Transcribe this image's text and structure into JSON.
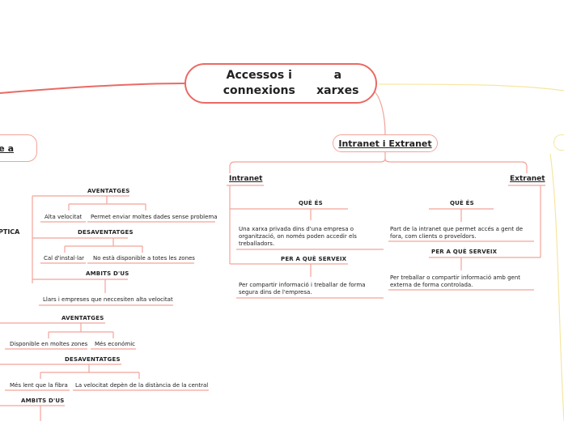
{
  "central": {
    "line1": "Accessos i connexions",
    "line2": "a xarxes"
  },
  "left_branch": {
    "label": "e a",
    "subtopic": "PTICA"
  },
  "fibra": {
    "aventatges": {
      "title": "AVENTATGES",
      "items": [
        "Alta velocitat",
        "Permet enviar moltes dades sense problema"
      ]
    },
    "desaventatges": {
      "title": "DESAVENTATGES",
      "items": [
        "Cal d'instal·lar",
        "No està disponible a totes les zones"
      ]
    },
    "ambits": {
      "title": "AMBITS D'US",
      "items": [
        "Llars i empreses que neccesiten alta velocitat"
      ]
    }
  },
  "coure": {
    "aventatges": {
      "title": "AVENTATGES",
      "items": [
        "Disponible en moltes zones",
        "Més económic"
      ]
    },
    "desaventatges": {
      "title": "DESAVENTATGES",
      "items": [
        "Més lent que la fibra",
        "La velocitat depèn de la distància de la central"
      ]
    },
    "ambits": {
      "title": "AMBITS D'US"
    }
  },
  "intranet_extranet": {
    "label": "Intranet i Extranet",
    "intranet": {
      "label": "Intranet",
      "que_es_title": "QUÈ ÉS",
      "que_es_text": "Una xarxa privada dins d'una empresa o organització, on només poden accedir els treballadors.",
      "serveix_title": "PER A QUÈ SERVEIX",
      "serveix_text": "Per compartir informació i treballar de forma segura dins de l'empresa."
    },
    "extranet": {
      "label": "Extranet",
      "que_es_title": "QUÈ ÉS",
      "que_es_text": "Part de la intranet que permet accés a gent de fora, com clients o proveïdors.",
      "serveix_title": "PER A QUÈ SERVEIX",
      "serveix_text": "Per treballar o compartir informació amb gent externa de forma controlada."
    }
  },
  "colors": {
    "accent": "#ea6a64",
    "line": "#f2a39a",
    "yellow": "#f6e6a0"
  }
}
